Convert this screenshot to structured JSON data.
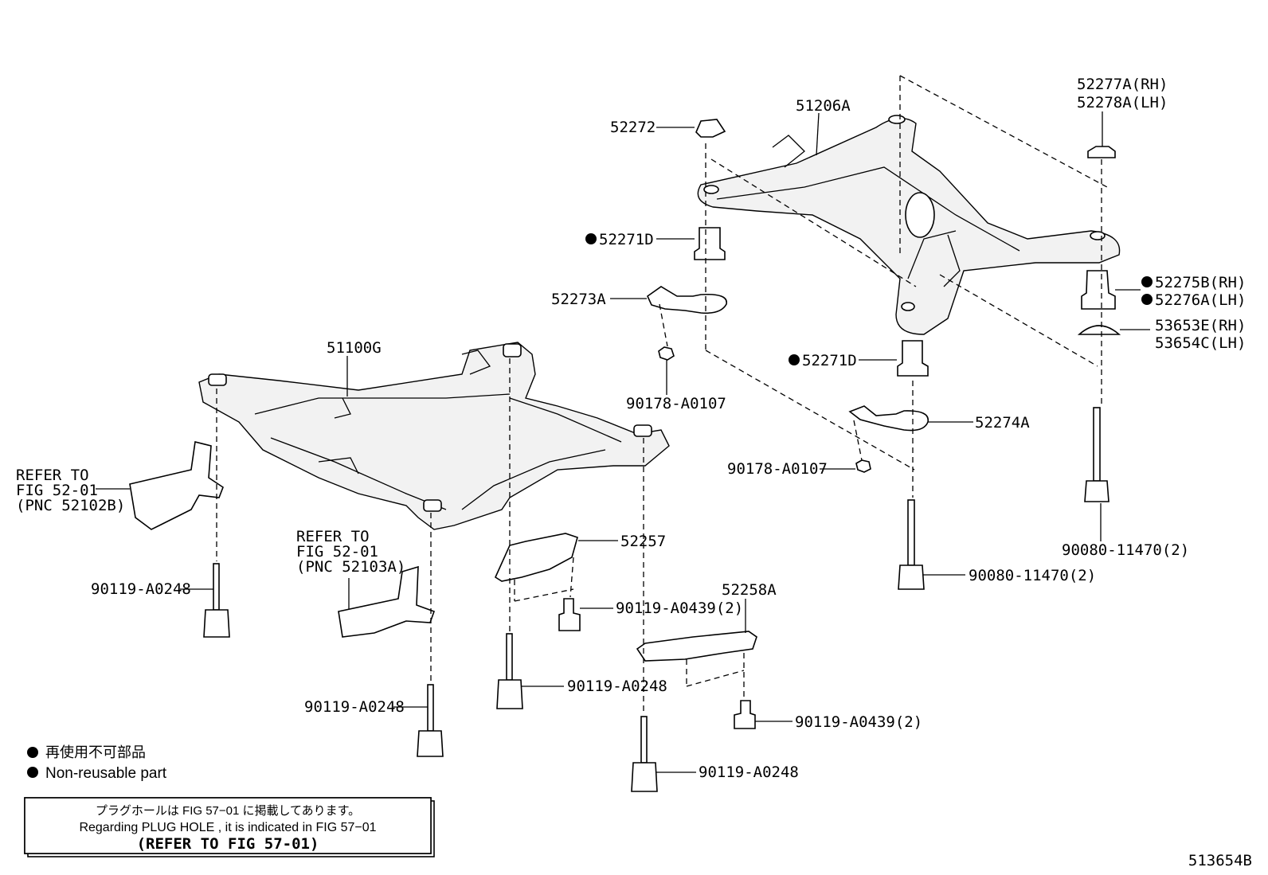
{
  "labels": {
    "p51206a": "51206A",
    "p52272": "52272",
    "p52277": "52277A(RH)",
    "p52278": "52278A(LH)",
    "p52271d_upper": "52271D",
    "p52273a": "52273A",
    "p52275b": "52275B(RH)",
    "p52276a": "52276A(LH)",
    "p53653e": "53653E(RH)",
    "p53654c": "53654C(LH)",
    "p51100g": "51100G",
    "p90178_a": "90178-A0107",
    "p52271d_lower": "52271D",
    "p52274a": "52274A",
    "p90178_b": "90178-A0107",
    "p52257": "52257",
    "p52258a": "52258A",
    "p90080_left": "90080-11470(2)",
    "p90080_right": "90080-11470(2)",
    "p90119_a0248_1": "90119-A0248",
    "p90119_a0248_2": "90119-A0248",
    "p90119_a0248_3": "90119-A0248",
    "p90119_a0248_4": "90119-A0248",
    "p90119_a0439_1": "90119-A0439(2)",
    "p90119_a0439_2": "90119-A0439(2)"
  },
  "refer_left": [
    "REFER TO",
    "FIG 52-01",
    "(PNC 52102B)"
  ],
  "refer_center": [
    "REFER TO",
    "FIG 52-01",
    "(PNC 52103A)"
  ],
  "legend": {
    "jp": "再使用不可部品",
    "en": "Non-reusable part"
  },
  "note": {
    "jp": "プラグホールは FIG 57−01 に掲載してあります。",
    "en": "Regarding  PLUG  HOLE , it is indicated in FIG  57−01",
    "ref": "(REFER TO FIG 57-01)"
  },
  "figure_id": "513654B"
}
